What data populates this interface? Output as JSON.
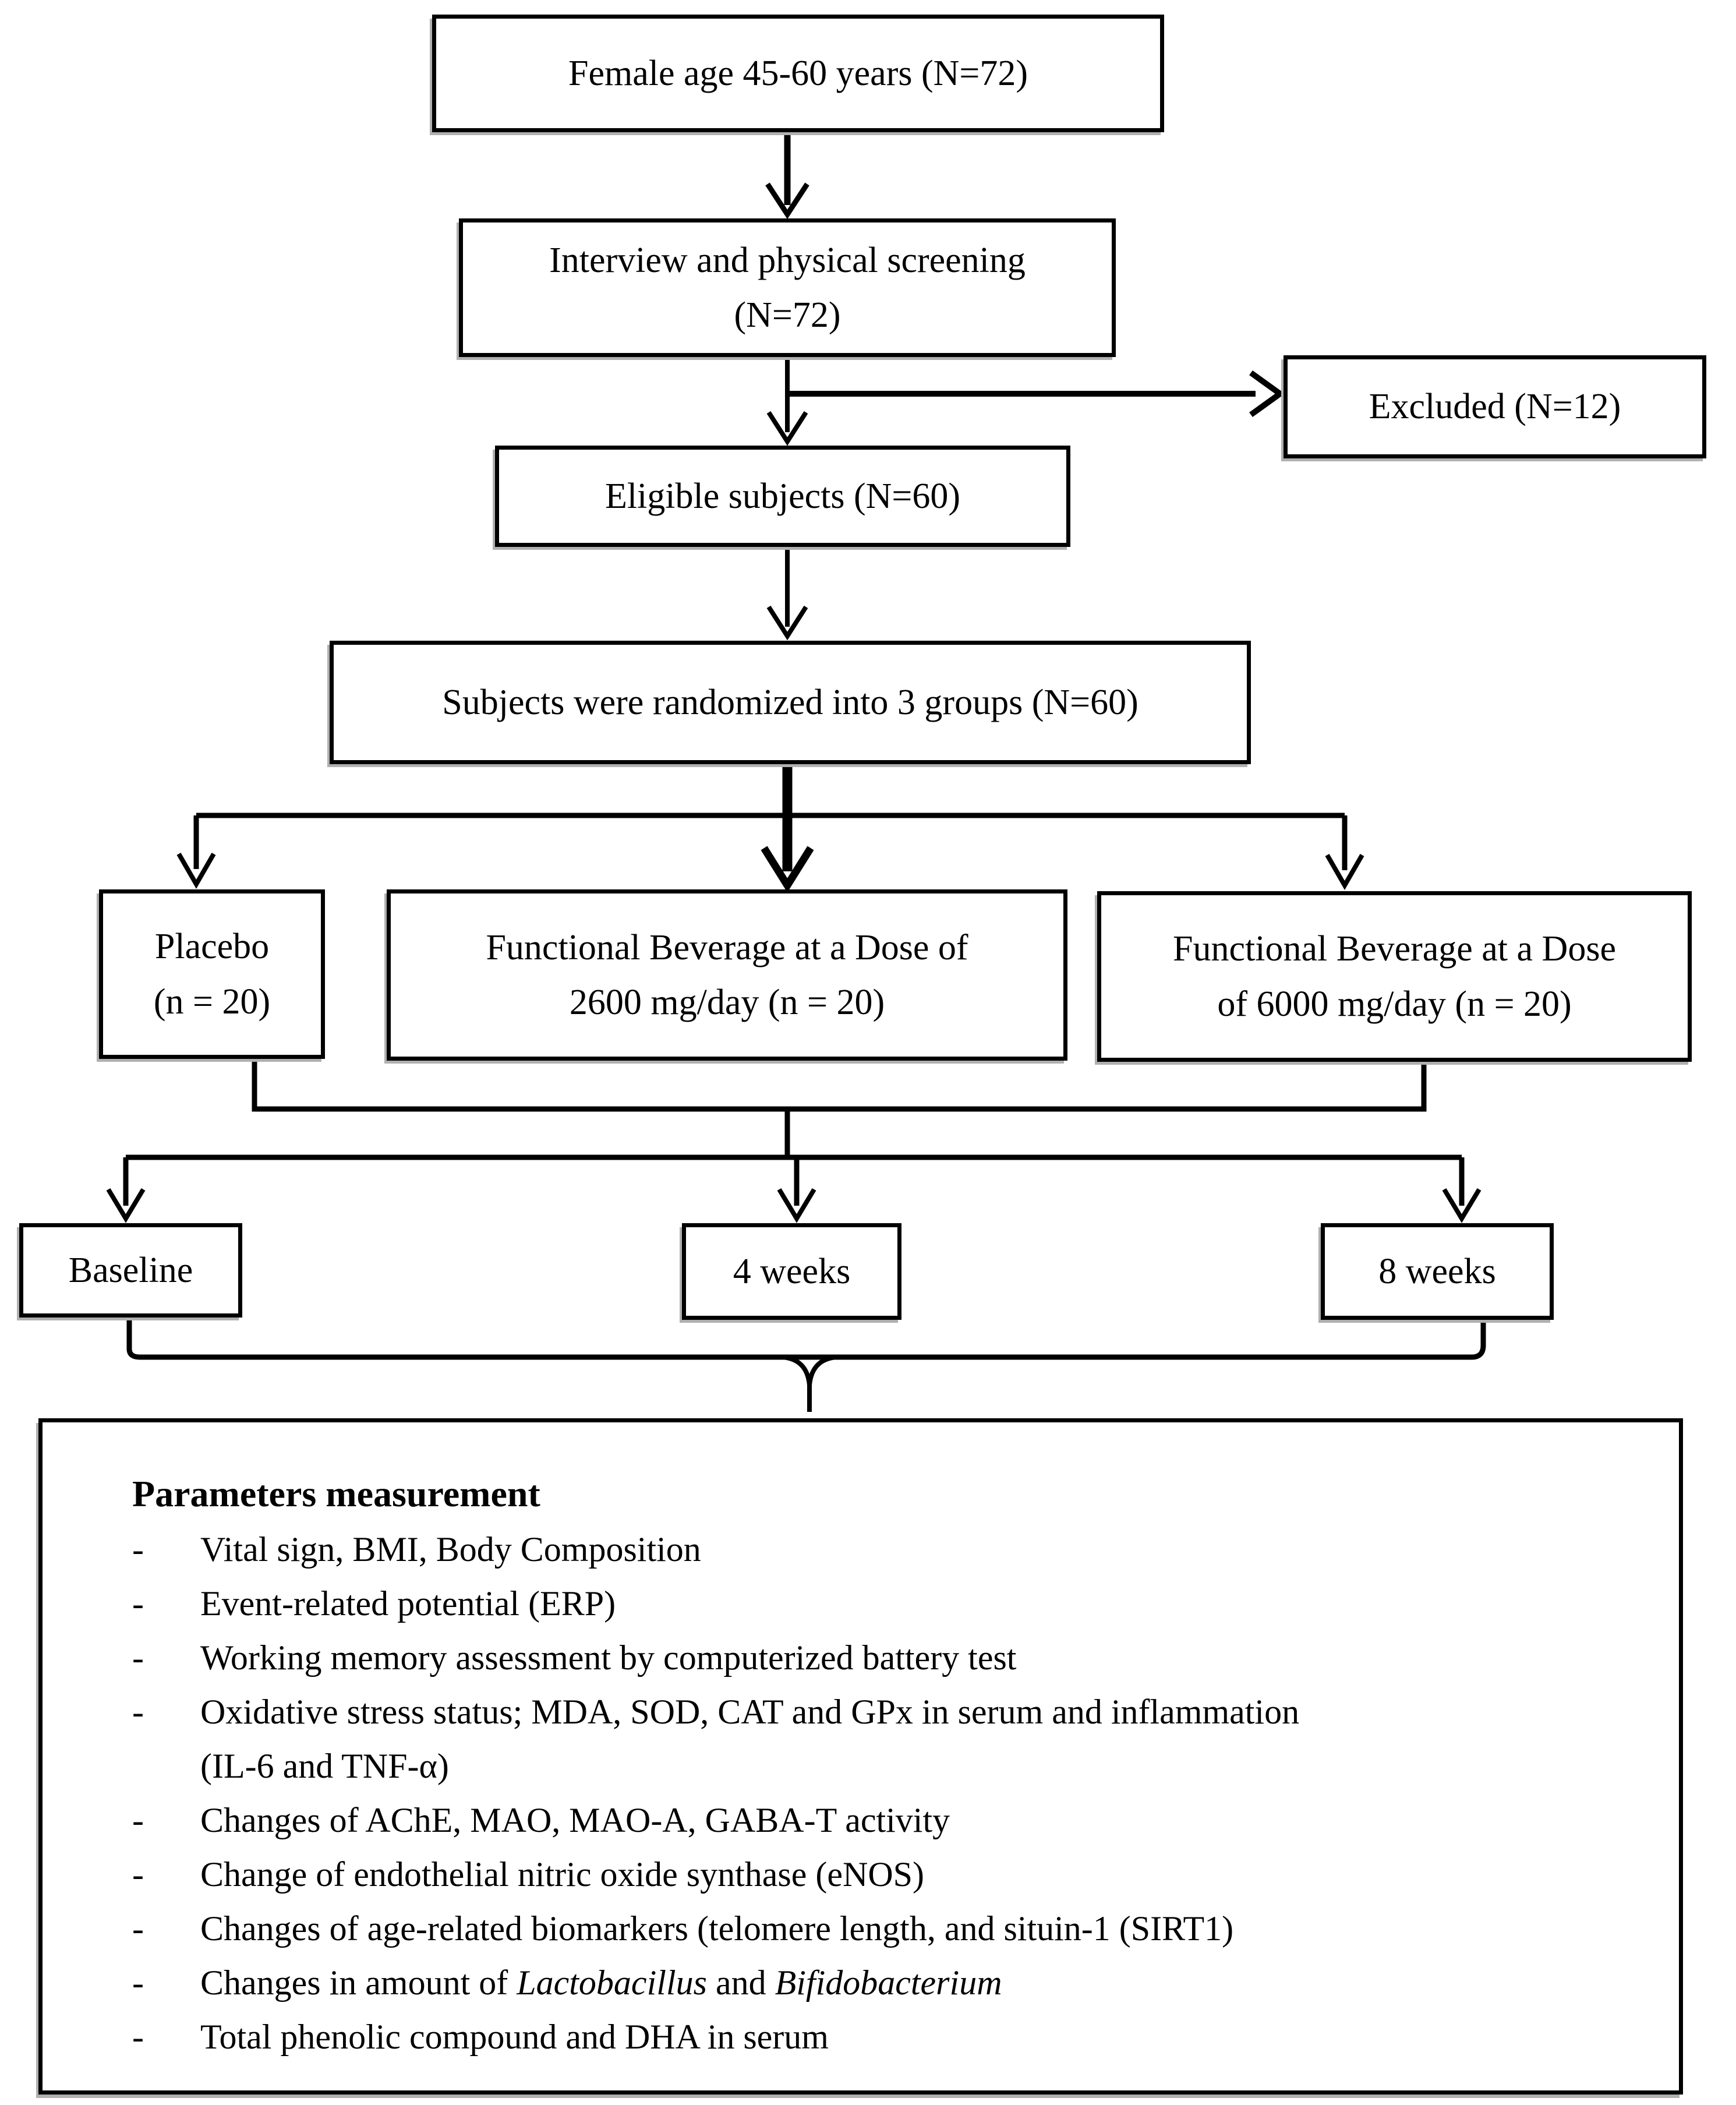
{
  "figure": {
    "nodes": {
      "female": {
        "label": "Female age 45-60 years (N=72)"
      },
      "interview": {
        "line1": "Interview and physical screening",
        "line2": "(N=72)"
      },
      "excluded": {
        "label": "Excluded (N=12)"
      },
      "eligible": {
        "label": "Eligible subjects (N=60)"
      },
      "randomized": {
        "label": "Subjects were randomized into 3 groups (N=60)"
      },
      "placebo": {
        "line1": "Placebo",
        "line2": "(n = 20)"
      },
      "dose2600": {
        "line1": "Functional Beverage at a Dose of",
        "line2": "2600 mg/day (n = 20)"
      },
      "dose6000": {
        "line1": "Functional Beverage at a Dose",
        "line2": "of 6000 mg/day (n = 20)"
      },
      "baseline": {
        "label": "Baseline"
      },
      "week4": {
        "label": "4 weeks"
      },
      "week8": {
        "label": "8 weeks"
      }
    },
    "parameters": {
      "title": "Parameters measurement",
      "dash": "-",
      "items": [
        {
          "text": "Vital sign, BMI, Body Composition"
        },
        {
          "text": "Event-related potential (ERP)"
        },
        {
          "text": "Working memory assessment by computerized battery test"
        },
        {
          "text": "Oxidative stress status; MDA, SOD, CAT and GPx in serum and inflammation",
          "wrap": "(IL-6 and TNF-α)"
        },
        {
          "text": "Changes of AChE, MAO, MAO-A, GABA-T activity"
        },
        {
          "text": "Change of endothelial nitric oxide synthase (eNOS)"
        },
        {
          "text": "Changes of age-related biomarkers (telomere length, and situin-1 (SIRT1)"
        },
        {
          "seg1": "Changes in amount of ",
          "it1": "Lactobacillus",
          "seg2": " and ",
          "it2": "Bifidobacterium"
        },
        {
          "text": "Total phenolic compound and DHA in serum"
        }
      ]
    },
    "colors": {
      "line": "#000000",
      "background": "#ffffff",
      "shadow": "#b0b0b0"
    }
  }
}
